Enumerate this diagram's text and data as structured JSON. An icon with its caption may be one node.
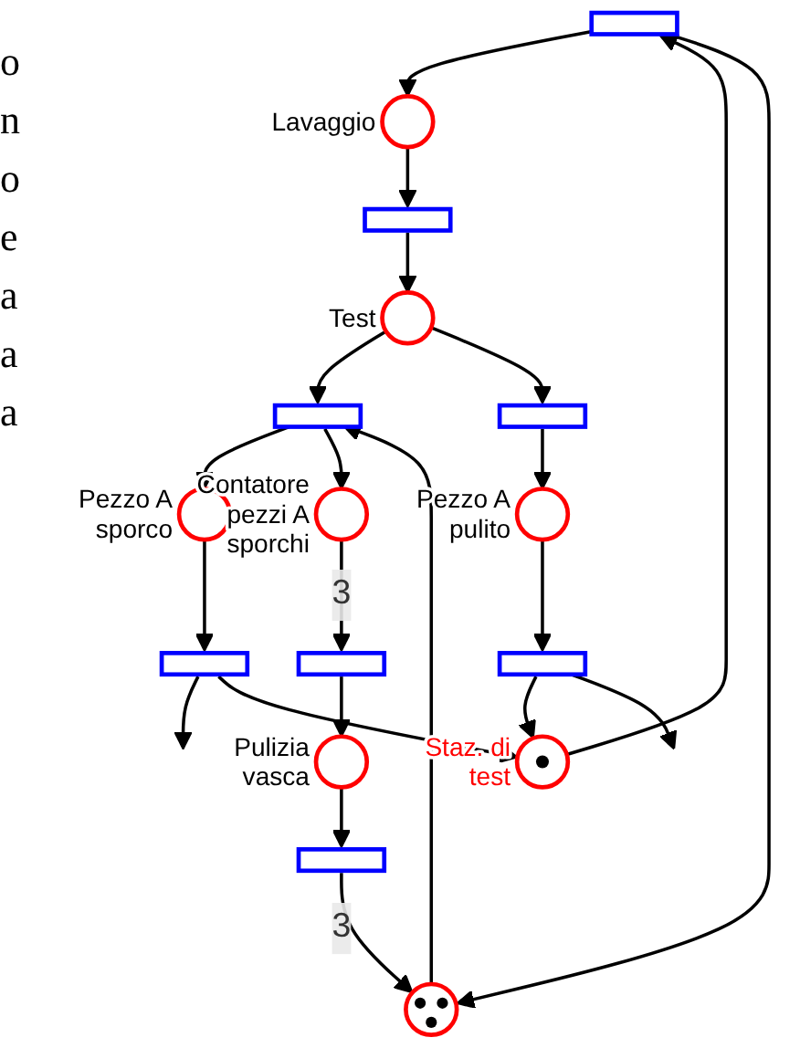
{
  "diagram": {
    "nodes": [
      {
        "text": [],
        "shape": "bar"
      },
      {
        "text": [],
        "shape": "circle",
        "beside": [
          "Lavaggio"
        ]
      },
      {
        "text": [],
        "shape": "bar"
      },
      {
        "text": [],
        "shape": "bar"
      },
      {
        "text": [],
        "shape": "circle",
        "beside": [
          "Pezzo A sporco"
        ]
      },
      {
        "text": [],
        "shape": "circle",
        "beside": [
          "Test"
        ]
      },
      {
        "text": [],
        "shape": "circle",
        "beside": [
          "Staz. di test"
        ]
      },
      {
        "text": [],
        "shape": "bar"
      },
      {
        "text": [],
        "shape": "bar"
      },
      {
        "text": [],
        "shape": "circle"
      },
      {
        "text": [],
        "shape": "circle",
        "beside": [
          "Contatore pezzi A sporchi"
        ]
      },
      {
        "text": [],
        "shape": "circle",
        "beside": [
          "Pezzo A pulito"
        ]
      },
      {
        "text": [],
        "shape": "bar"
      },
      {
        "text": [],
        "shape": "bar"
      },
      {
        "text": [],
        "shape": "circle",
        "beside": [
          "Pulizia vasca"
        ]
      },
      {
        "text": [],
        "shape": "bar"
      }
    ],
    "edges": [
      {
        "from": 0,
        "to": 1,
        "arrow": "to"
      },
      {
        "from": 1,
        "to": 3,
        "arrow": "to"
      },
      {
        "from": 3,
        "to": 5,
        "arrow": "to"
      },
      {
        "from": 5,
        "to": 7,
        "arrow": "to"
      },
      {
        "from": 5,
        "to": 8,
        "arrow": "to"
      },
      {
        "from": 7,
        "to": 4,
        "arrow": "to"
      },
      {
        "from": 4,
        "to": 2,
        "arrow": "to"
      },
      {
        "from": 2,
        "to": null,
        "arrow": "to"
      },
      {
        "from": 2,
        "to": 6,
        "arrow": "to"
      },
      {
        "from": 6,
        "to": 0,
        "arrow": "to"
      },
      {
        "from": 9,
        "to": 0,
        "arrow": "both"
      },
      {
        "from": 9,
        "to": 7,
        "arrow": "to"
      },
      {
        "from": 7,
        "to": 10,
        "arrow": "to"
      },
      {
        "from": 10,
        "to": 12,
        "arrow": "to",
        "label": "3"
      },
      {
        "from": 12,
        "to": 14,
        "arrow": "to"
      },
      {
        "from": 14,
        "to": 15,
        "arrow": "to"
      },
      {
        "from": 15,
        "to": 9,
        "arrow": "to",
        "label": "3"
      },
      {
        "from": 8,
        "to": 11,
        "arrow": "to"
      },
      {
        "from": 11,
        "to": 13,
        "arrow": "to"
      },
      {
        "from": 13,
        "to": 6,
        "arrow": "to"
      },
      {
        "from": 13,
        "to": null,
        "arrow": "to"
      }
    ],
    "labels": [
      "o",
      "n",
      "o",
      "e",
      "a",
      "a",
      "a"
    ]
  }
}
